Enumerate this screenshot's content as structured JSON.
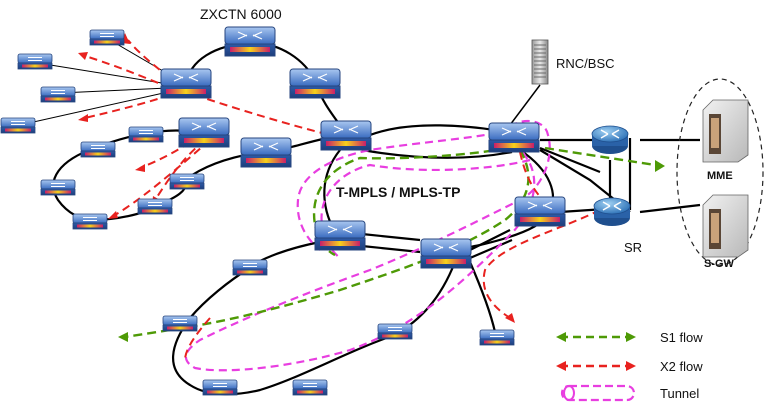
{
  "labels": {
    "device_series": "ZXCTN 6000",
    "rnc_bsc": "RNC/BSC",
    "network": "T-MPLS / MPLS-TP",
    "sr": "SR",
    "mme": "MME",
    "sgw": "S-GW"
  },
  "legend": {
    "s1": "S1 flow",
    "x2": "X2 flow",
    "tunnel": "Tunnel"
  },
  "colors": {
    "s1_flow": "#4e9a06",
    "x2_flow": "#e8221f",
    "tunnel": "#e83ee0",
    "link": "#000000",
    "router_blue": "#3567b8"
  },
  "icons": {
    "router": "router-icon",
    "large_router": "large-router-icon",
    "server": "server-rack-icon",
    "core_router": "core-router-icon",
    "cabinet": "cabinet-icon"
  }
}
